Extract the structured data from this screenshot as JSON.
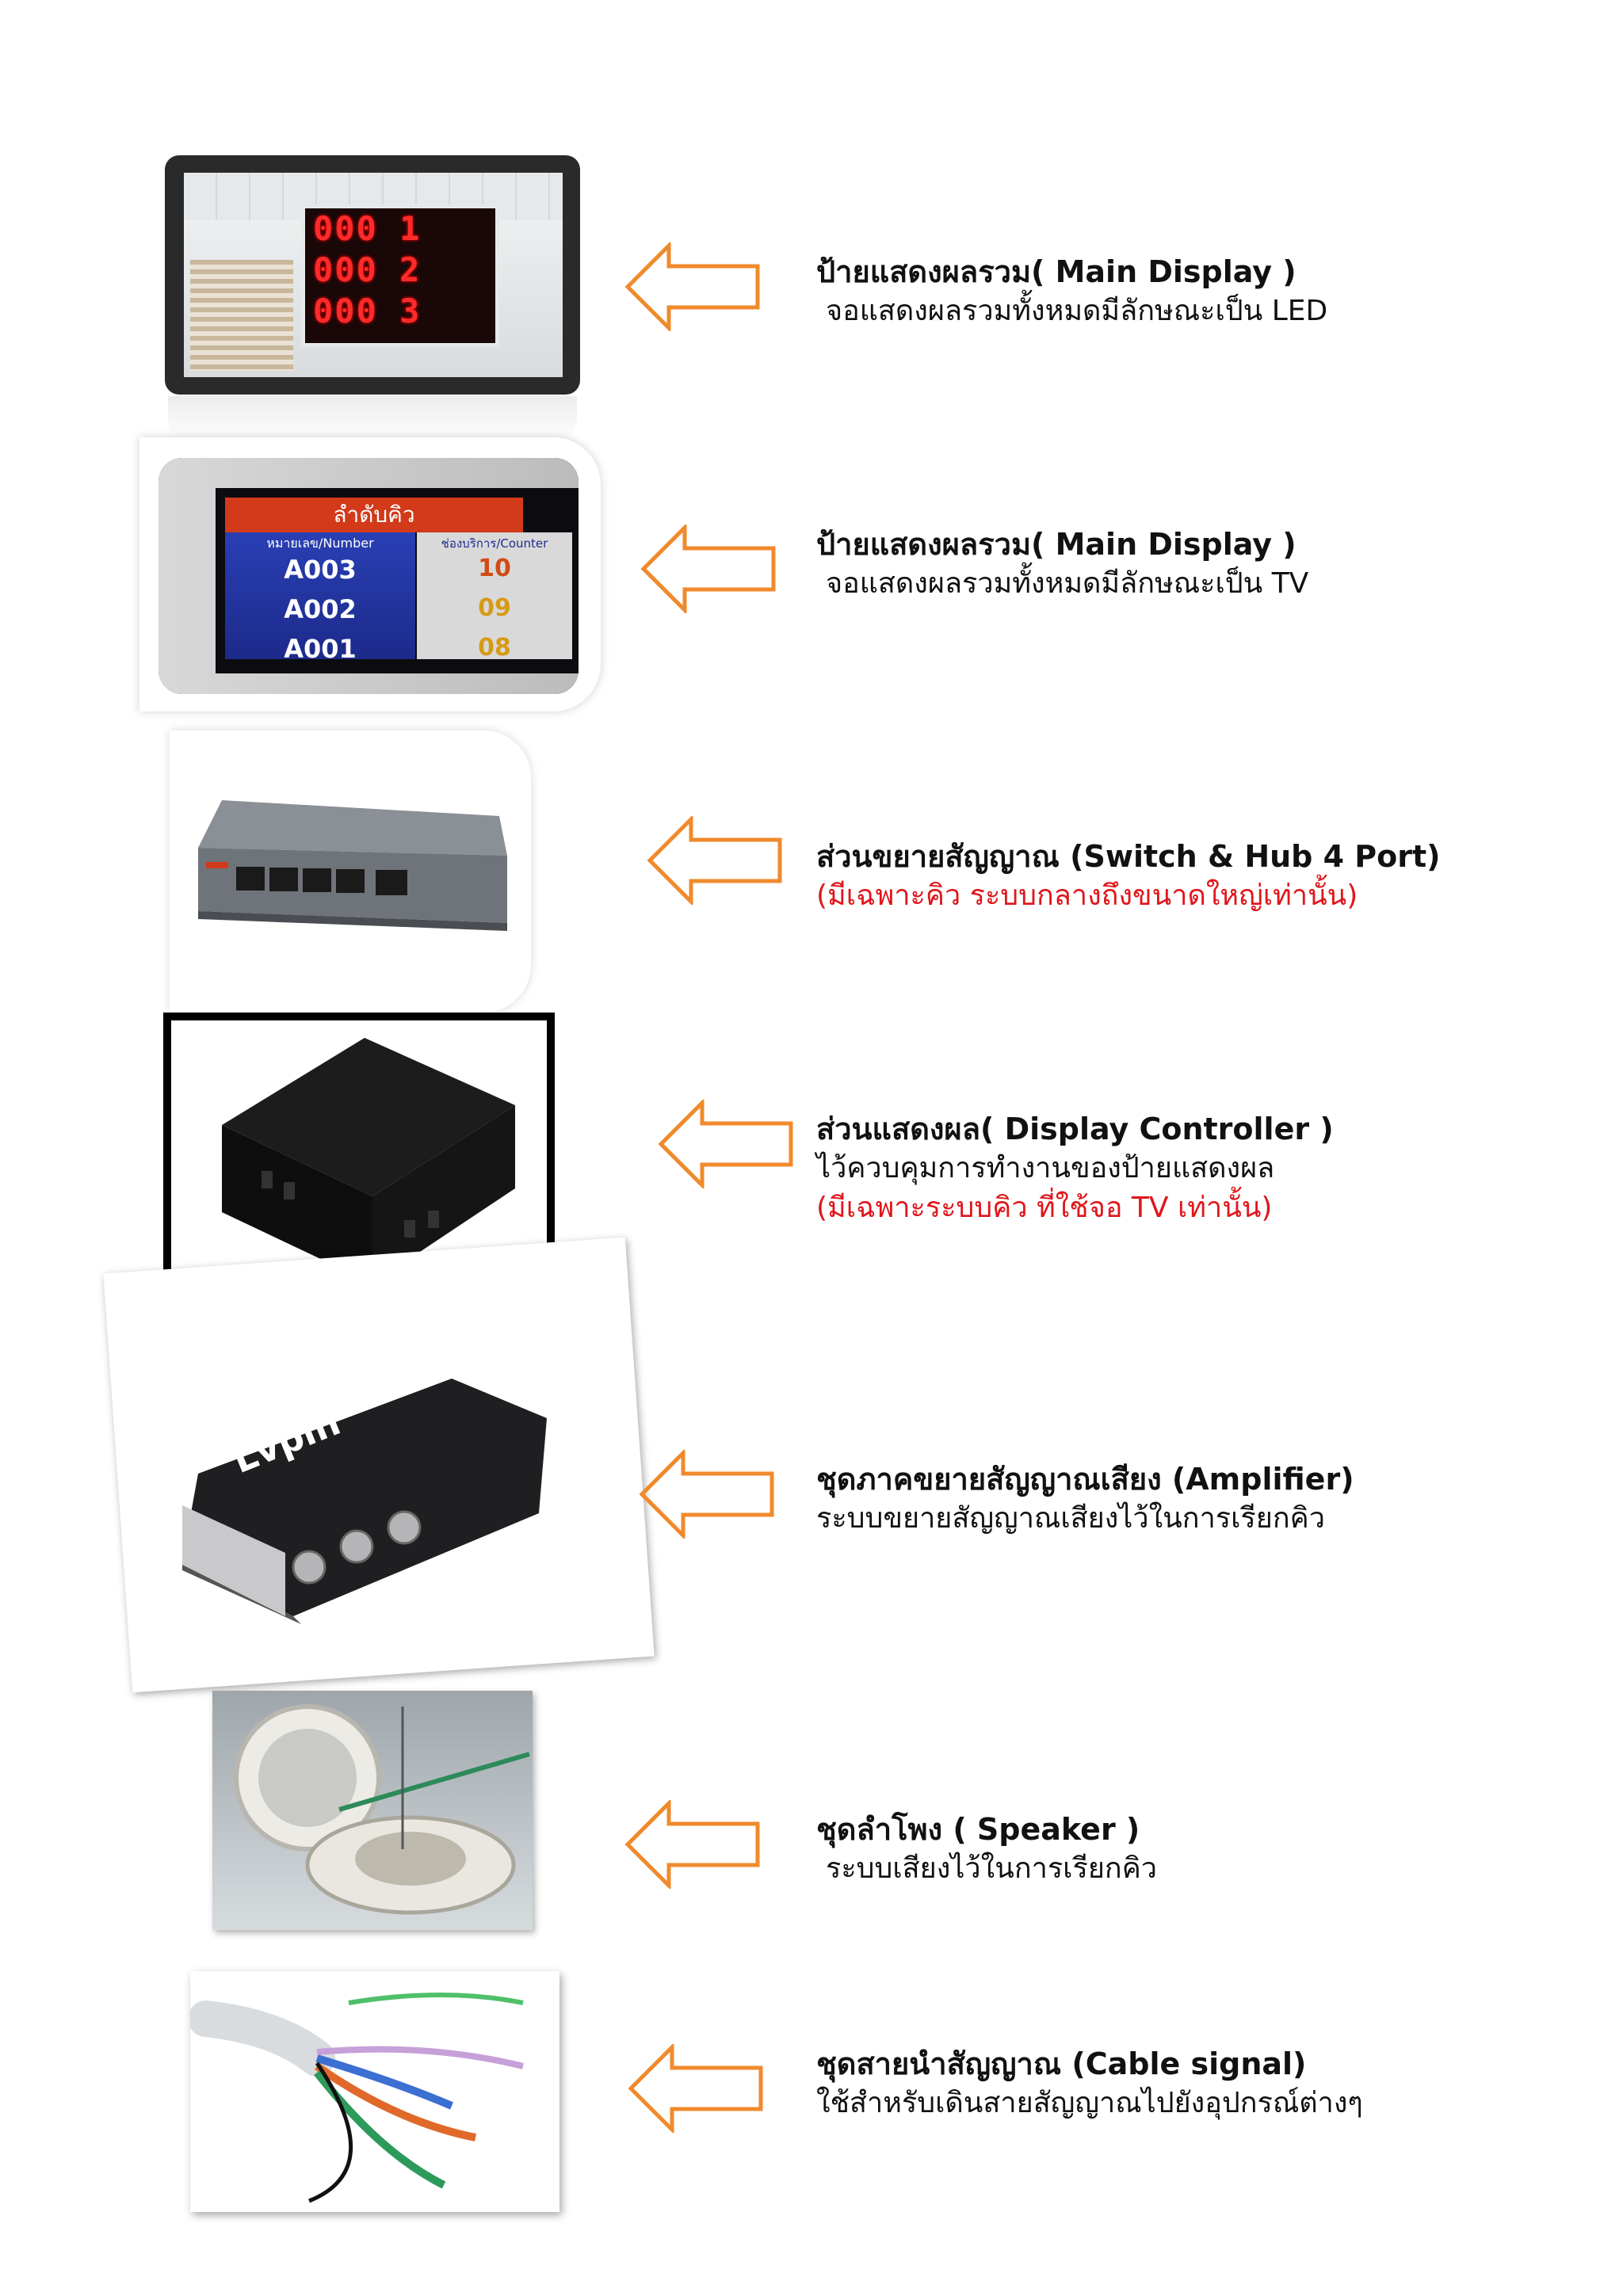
{
  "items": [
    {
      "title": "ป้ายแสดงผลรวม( Main Display )",
      "line1": "จอแสดงผลรวมทั้งหมดมีลักษณะเป็น LED"
    },
    {
      "title": "ป้ายแสดงผลรวม( Main Display )",
      "line1": "จอแสดงผลรวมทั้งหมดมีลักษณะเป็น TV"
    },
    {
      "title": "ส่วนขยายสัญญาณ (Switch & Hub 4 Port)",
      "note": "(มีเฉพาะคิว ระบบกลางถึงขนาดใหญ่เท่านั้น)"
    },
    {
      "title": "ส่วนแสดงผล( Display Controller )",
      "line1": "ไว้ควบคุมการทำงานของป้ายแสดงผล",
      "note": "(มีเฉพาะระบบคิว ที่ใช้จอ TV เท่านั้น)"
    },
    {
      "title": "ชุดภาคขยายสัญญาณเสียง (Amplifier)",
      "line1": "ระบบขยายสัญญาณเสียงไว้ในการเรียกคิว"
    },
    {
      "title": "ชุดลำโพง ( Speaker )",
      "line1": "ระบบเสียงไว้ในการเรียกคิว"
    },
    {
      "title": "ชุดสายนำสัญญาณ (Cable signal)",
      "line1": "ใช้สำหรับเดินสายสัญญาณไปยังอุปกรณ์ต่างๆ"
    }
  ],
  "led_display": {
    "rows": [
      "000 1",
      "000 2",
      "000 3"
    ]
  },
  "tv_display": {
    "header": "ลำดับคิว",
    "col_number": "หมายเลข/Number",
    "col_counter": "ช่องบริการ/Counter",
    "rows": [
      {
        "number": "A003",
        "counter": "10"
      },
      {
        "number": "A002",
        "counter": "09"
      },
      {
        "number": "A001",
        "counter": "08"
      }
    ]
  },
  "amplifier": {
    "brand": "Lvpin"
  },
  "colors": {
    "arrow": "#f08a2c",
    "note": "#e0161b"
  }
}
